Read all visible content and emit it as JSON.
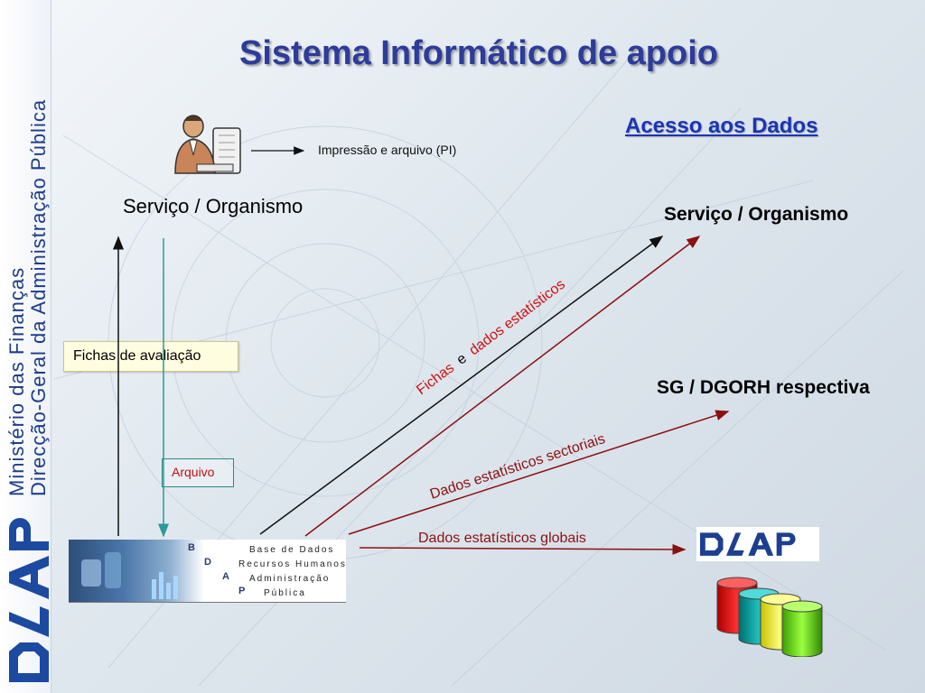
{
  "slide": {
    "title": "Sistema Informático de apoio",
    "subtitle_link": "Acesso aos Dados"
  },
  "sidebar": {
    "line1": "Ministério das Finanças",
    "line2": "Direcção-Geral da Administração Pública",
    "logo_icon": "dgap-logo-icon"
  },
  "diagram": {
    "left_node": "Serviço / Organismo",
    "print_label": "Impressão e arquivo (PI)",
    "fichas_box": "Fichas de avaliação",
    "arquivo_box": "Arquivo",
    "right_node_1": "Serviço / Organismo",
    "right_node_2": "SG / DGORH respectiva",
    "edge_fichas_word": "Fichas",
    "edge_e_word": "e",
    "edge_dados_word": "dados estatísticos",
    "edge_sectoriais": "Dados estatísticos sectoriais",
    "edge_globais": "Dados estatísticos globais",
    "banner_letters": [
      "B",
      "D",
      "A",
      "P"
    ],
    "banner_words": [
      "Base de Dados",
      "Recursos Humanos",
      "Administração",
      "Pública"
    ],
    "colors": {
      "red_arrow": "#8b1010",
      "black_arrow": "#111111",
      "teal_arrow": "#2a9a9a",
      "title_blue": "#2d3b9a"
    },
    "icons": [
      "person-at-computer-icon",
      "database-cylinders-icon",
      "dgap-logo-icon"
    ]
  }
}
